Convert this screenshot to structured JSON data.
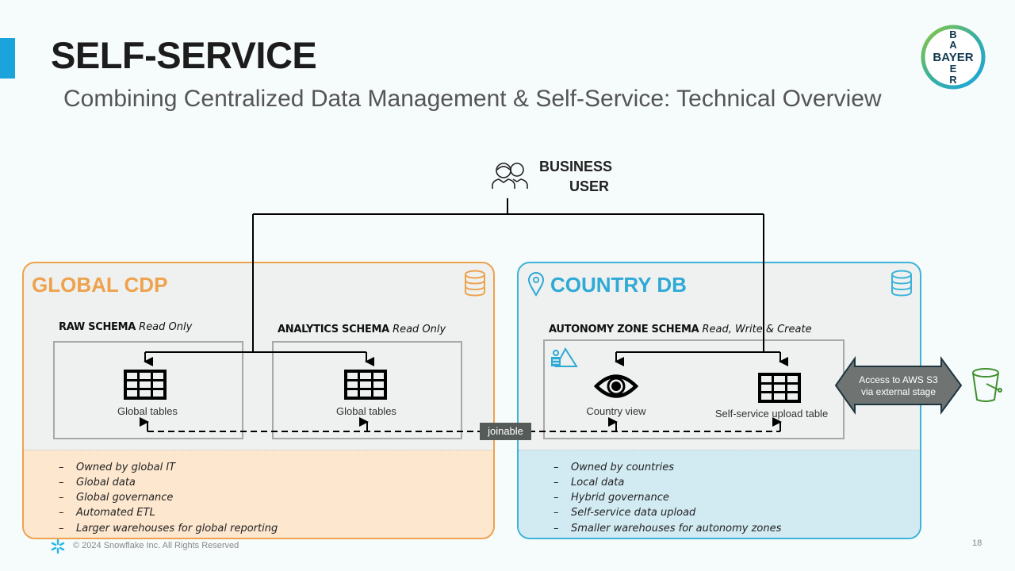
{
  "header": {
    "title": "SELF-SERVICE",
    "subtitle": "Combining Centralized Data Management & Self-Service: Technical Overview",
    "logo_text": "BAYER"
  },
  "actor": {
    "line1": "BUSINESS",
    "line2": "USER",
    "icon": "users-icon"
  },
  "global_cdp": {
    "title": "GLOBAL CDP",
    "color": "#eea24d",
    "icon": "database-icon",
    "schemas": [
      {
        "name": "RAW SCHEMA",
        "access": "Read Only",
        "item_label": "Global tables",
        "item_icon": "table-icon"
      },
      {
        "name": "ANALYTICS SCHEMA",
        "access": "Read Only",
        "item_label": "Global tables",
        "item_icon": "table-icon"
      }
    ],
    "bullets": [
      "Owned by global IT",
      "Global data",
      "Global governance",
      "Automated ETL",
      "Larger warehouses for global reporting"
    ]
  },
  "country_db": {
    "title": "COUNTRY DB",
    "color": "#2fa9d6",
    "icon": "database-icon",
    "title_icon": "location-pin-icon",
    "schema": {
      "name": "AUTONOMY ZONE SCHEMA",
      "access": "Read, Write & Create",
      "items": [
        {
          "label": "Country view",
          "icon": "eye-icon"
        },
        {
          "label": "Self-service upload table",
          "icon": "table-icon"
        }
      ]
    },
    "bullets": [
      "Owned by countries",
      "Local data",
      "Hybrid governance",
      "Self-service data upload",
      "Smaller warehouses for autonomy zones"
    ]
  },
  "joinable_label": "joinable",
  "aws": {
    "line1": "Access to AWS S3",
    "line2": "via external stage",
    "icon": "s3-bucket-icon"
  },
  "footer": {
    "copyright": "© 2024 Snowflake Inc. All Rights Reserved",
    "page_number": "18"
  }
}
